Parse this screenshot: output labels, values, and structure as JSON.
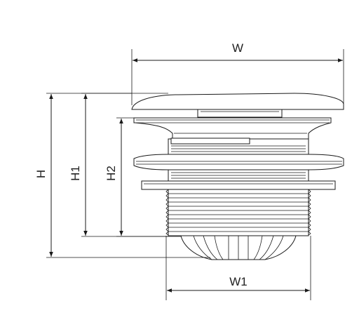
{
  "labels": {
    "w": "W",
    "w1": "W1",
    "h": "H",
    "h1": "H1",
    "h2": "H2"
  },
  "colors": {
    "stroke": "#1a1a1a",
    "background": "#ffffff"
  }
}
